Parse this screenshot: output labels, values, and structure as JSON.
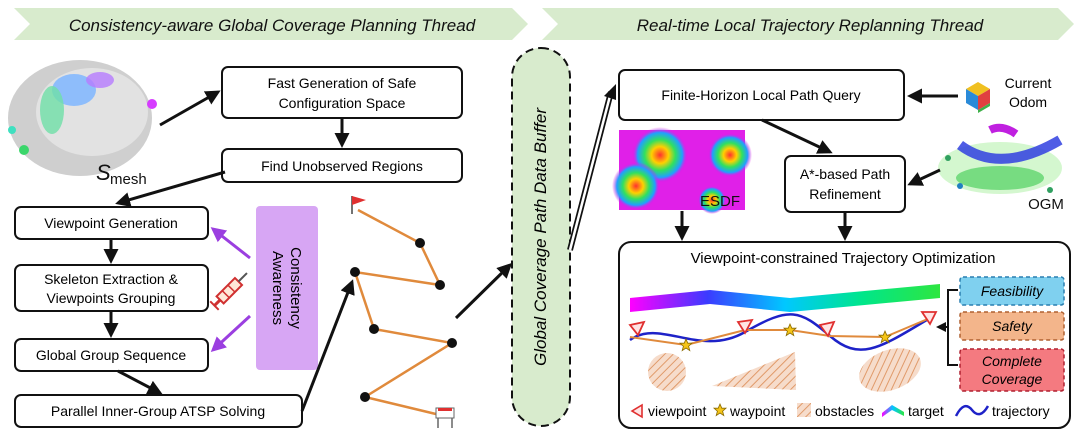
{
  "banners": {
    "left": "Consistency-aware Global Coverage Planning Thread",
    "right": "Real-time Local Trajectory Replanning Thread"
  },
  "left_thread": {
    "safe_space": [
      "Fast Generation of Safe",
      "Configuration Space"
    ],
    "unobserved": "Find Unobserved Regions",
    "viewpoint_gen": "Viewpoint Generation",
    "skeleton": [
      "Skeleton Extraction &",
      "Viewpoints Grouping"
    ],
    "group_seq": "Global Group Sequence",
    "atsp": "Parallel Inner-Group ATSP Solving",
    "consistency": [
      "Consistency",
      "Awareness"
    ],
    "mesh_label_main": "S",
    "mesh_label_sub": "mesh"
  },
  "buffer": "Global Coverage Path Data Buffer",
  "right_thread": {
    "local_query": "Finite-Horizon Local Path Query",
    "odom": [
      "Current",
      "Odom"
    ],
    "astar": [
      "A*-based Path",
      "Refinement"
    ],
    "esdf": "ESDF",
    "ogm": "OGM",
    "traj_opt": "Viewpoint-constrained Trajectory Optimization",
    "feasibility": "Feasibility",
    "safety": "Safety",
    "complete": [
      "Complete",
      "Coverage"
    ]
  },
  "legend": {
    "viewpoint": "viewpoint",
    "waypoint": "waypoint",
    "obstacles": "obstacles",
    "target": "target",
    "trajectory": "trajectory"
  },
  "colors": {
    "banner": "#d8ebcd",
    "consistency_fill": "#d7a6f4",
    "path_orange": "#e08a3c",
    "arrow_purple": "#9b3fe0",
    "feasibility_fill": "#7fd0ef",
    "safety_fill": "#f3b58b",
    "complete_fill": "#f47a80",
    "trajectory_blue": "#1e22c8"
  }
}
